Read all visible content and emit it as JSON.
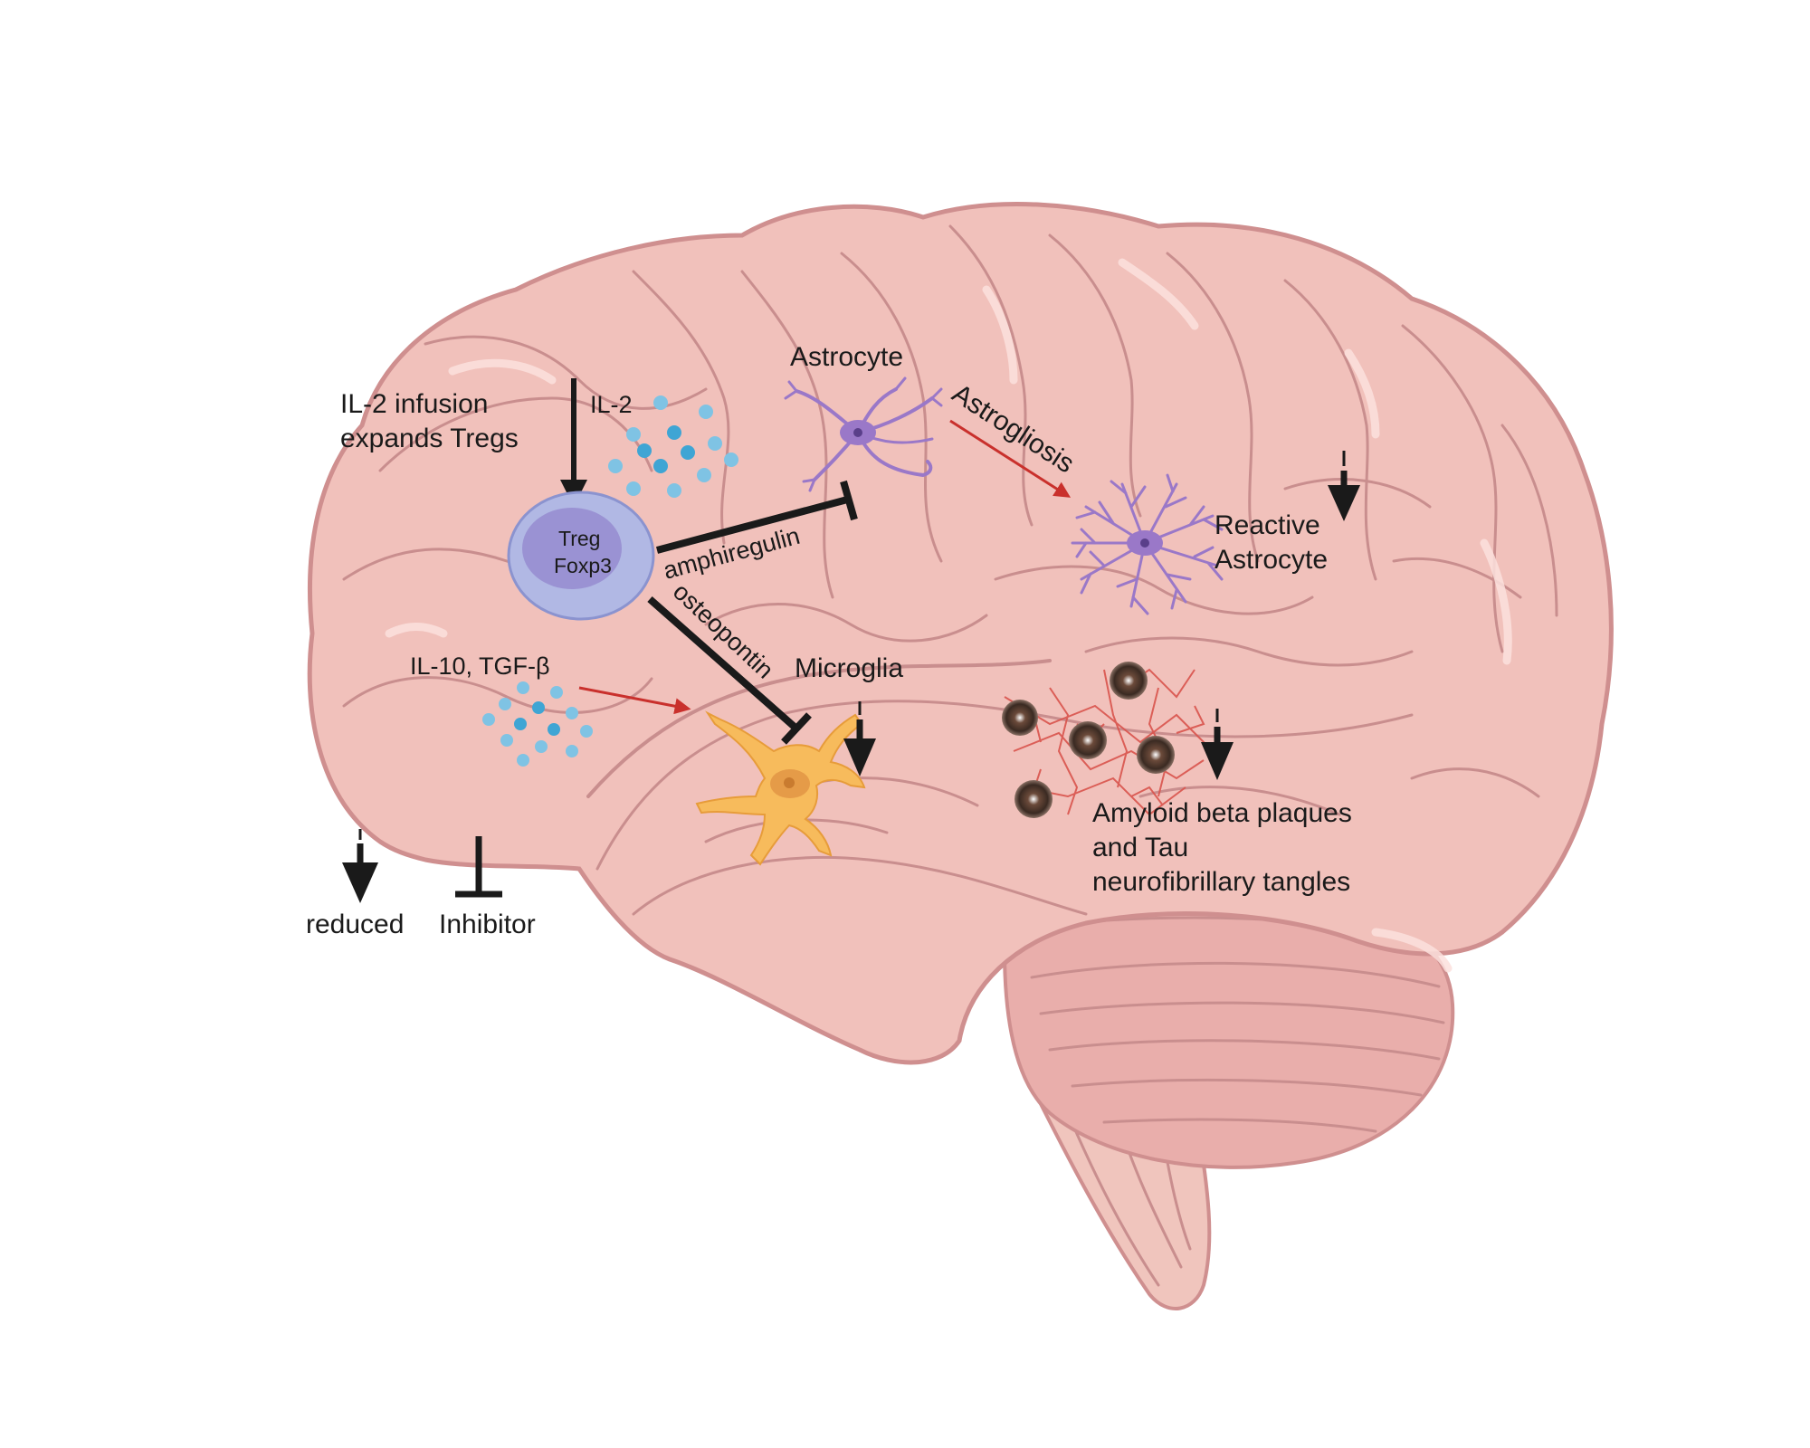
{
  "labels": {
    "il2_infusion_line1": "IL-2 infusion",
    "il2_infusion_line2": "expands Tregs",
    "il2": "IL-2",
    "treg_line1": "Treg",
    "treg_line2": "Foxp3",
    "amphiregulin": "amphiregulin",
    "osteopontin": "osteopontin",
    "astrocyte": "Astrocyte",
    "astrogliosis": "Astrogliosis",
    "reactive_astrocyte_line1": "Reactive",
    "reactive_astrocyte_line2": "Astrocyte",
    "il10_tgfb": "IL-10, TGF-β",
    "microglia": "Microglia",
    "amyloid_line1": "Amyloid beta plaques",
    "amyloid_line2": "and Tau",
    "amyloid_line3": "neurofibrillary tangles"
  },
  "legend": {
    "reduced": "reduced",
    "inhibitor": "Inhibitor"
  },
  "colors": {
    "brain_fill": "#f1c1bb",
    "brain_outline": "#cf8f8f",
    "cerebellum_fill": "#e9aeab",
    "brainstem_fill": "#f0c5bd",
    "treg_outer": "#b1b8e4",
    "treg_inner": "#9a92d3",
    "astrocyte": "#9a78c8",
    "microglia": "#f7bb5c",
    "cytokine": "#3fa5d4",
    "activation_arrow": "#c9302c",
    "inhibition_bar": "#1a1a1a"
  },
  "icons": [
    "brain-illustration",
    "treg-cell-icon",
    "astrocyte-icon",
    "reactive-astrocyte-icon",
    "microglia-icon",
    "il2-cytokine-dots",
    "il10-tgfb-cytokine-dots",
    "amyloid-plaques-icon"
  ]
}
